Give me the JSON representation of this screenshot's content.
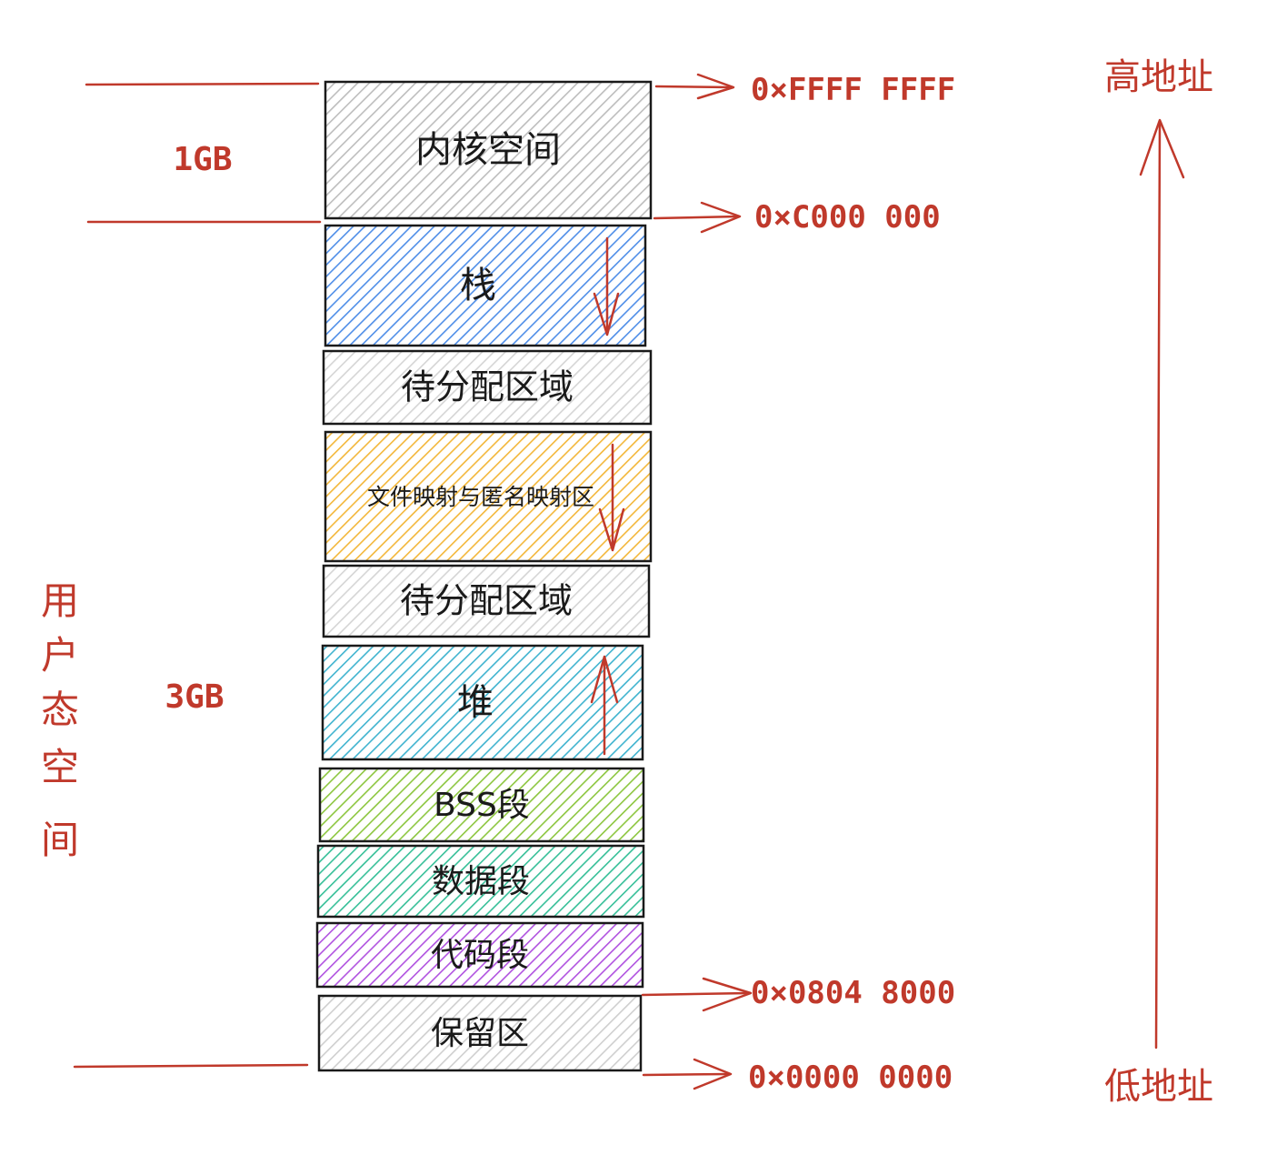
{
  "segments": [
    {
      "label": "内核空间",
      "color": "#bdbdbd",
      "arrow": ""
    },
    {
      "label": "栈",
      "color": "#4f8ee8",
      "arrow": "down"
    },
    {
      "label": "待分配区域",
      "color": "#d5d5d5",
      "arrow": ""
    },
    {
      "label": "文件映射与匿名映射区",
      "color": "#f3b73a",
      "arrow": "down"
    },
    {
      "label": "待分配区域",
      "color": "#d5d5d5",
      "arrow": ""
    },
    {
      "label": "堆",
      "color": "#3fb3cf",
      "arrow": "up"
    },
    {
      "label": "BSS段",
      "color": "#8cc63f",
      "arrow": ""
    },
    {
      "label": "数据段",
      "color": "#36bf98",
      "arrow": ""
    },
    {
      "label": "代码段",
      "color": "#b052e0",
      "arrow": ""
    },
    {
      "label": "保留区",
      "color": "#cfcfcf",
      "arrow": ""
    }
  ],
  "addresses": {
    "top": "0×FFFF FFFF",
    "kernel_boundary": "0×C000 000",
    "code_start": "0×0804 8000",
    "bottom": "0×0000 0000"
  },
  "sizes": {
    "kernel": "1GB",
    "user": "3GB"
  },
  "user_space_label": [
    "用",
    "户",
    "态",
    "空",
    "间"
  ],
  "address_axis": {
    "high": "高地址",
    "low": "低地址"
  },
  "colors": {
    "annotation": "#c0392b",
    "outline": "#1a1a1a"
  }
}
